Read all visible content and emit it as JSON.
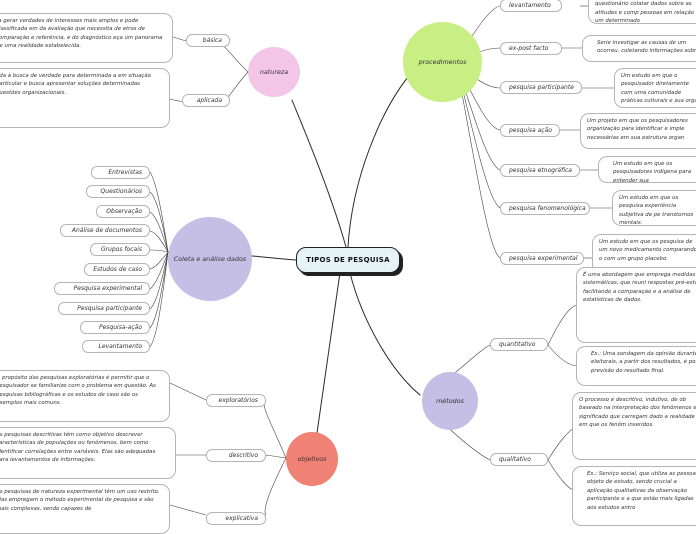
{
  "central": "TIPOS DE PESQUISA",
  "colors": {
    "natureza": "#f3c6e8",
    "procedimentos": "#c8ef84",
    "coleta": "#c5bfe6",
    "metodos": "#c5bfe6",
    "objetivos": "#ef8274"
  },
  "natureza": {
    "title": "natureza",
    "basica": {
      "label": "básica",
      "text": "ra gerar verdades de interesses mais amplos e pode classificada em da avaliação que necessita de etros de comparação e referência, e do diagnóstico eça um panorama de uma realidade estabelecida."
    },
    "aplicada": {
      "label": "aplicada",
      "text": "oda à busca de verdade para determinada a em situação particular e busca apresentar soluções determinadas questões organizacionais."
    }
  },
  "procedimentos": {
    "title": "procedimentos",
    "items": [
      {
        "label": "levantamento",
        "text": "opinião pública que envolve questionário colatar dados sobre as atitudes e comp pessoas em relação a um determinado"
      },
      {
        "label": "ex-post facto",
        "text": "Serie investigar as causas de um ocorreu, coletando informações sobre"
      },
      {
        "label": "pesquisa participante",
        "text": "Um estudo em que o pesquisador diretamente com uma comunidade práticas culturais e sua organ"
      },
      {
        "label": "pesquisa ação",
        "text": "Um projeto em que os pesquisadores organização para identificar e imple necessárias em sua estrutura organ"
      },
      {
        "label": "pesquisa etnográfica",
        "text": "Um estudo em que os pesquisadores indígena para entender sua"
      },
      {
        "label": "pesquisa fenomenológica",
        "text": "Um estudo em que os pesquisa experiência subjetiva de pe transtornos mentais."
      },
      {
        "label": "pesquisa experimental",
        "text": "Um estudo em que os pesquisa de um novo medicamento comparando-o com um grupo placebo."
      }
    ]
  },
  "coleta": {
    "title": "Coleta e análise dados",
    "items": [
      "Entrevistas",
      "Questionários",
      "Observação",
      "Análise de documentos",
      "Grupos focais",
      "Estudos de caso",
      "Pesquisa experimental",
      "Pesquisa participante",
      "Pesquisa-ação",
      "Levantamento"
    ]
  },
  "metodos": {
    "title": "métodos",
    "quantitativo": {
      "label": "quantitativo",
      "text1": "É uma abordagem que emprega medidas sistemáticas, que reuni respostas pré-estab facilitando a comparação e a análise de estatísticas de dados.",
      "text2": "Ex.: Uma sondagem da opinião durante eleitorais, a partir dos resultados, é pos previsão do resultado final."
    },
    "qualitativo": {
      "label": "qualitativo",
      "text1": "O processo é descritivo, indutivo, de ob baseado na interpretação dos fenômenos e significado que carregam dado a realidade em que os fenôm inseridos.",
      "text2": "Ex.: Serviço social, que utiliza as pessoas objeto de estudo, sendo crucial a aplicação qualitativas da observação participante e a que estão mais ligadas aos estudos antro"
    }
  },
  "objetivos": {
    "title": "objetivos",
    "items": [
      {
        "label": "exploratórios",
        "text": "O propósito das pesquisas exploratórias é permitir que o pesquisador se familiarize com o problema em questão. As pesquisas bibliográficas e os estudos de caso são os exemplos mais comuns."
      },
      {
        "label": "descritivo",
        "text": "As pesquisas descritivas têm como objetivo descrever características de populações ou fenômenos, bem como identificar correlações entre variáveis. Elas são adequadas para levantamentos de informações."
      },
      {
        "label": "explicativa",
        "text": "As pesquisas de natureza experimental têm um uso restrito. Elas empregam o método experimental de pesquisa e são mais complexas, sendo capazes de"
      }
    ]
  }
}
